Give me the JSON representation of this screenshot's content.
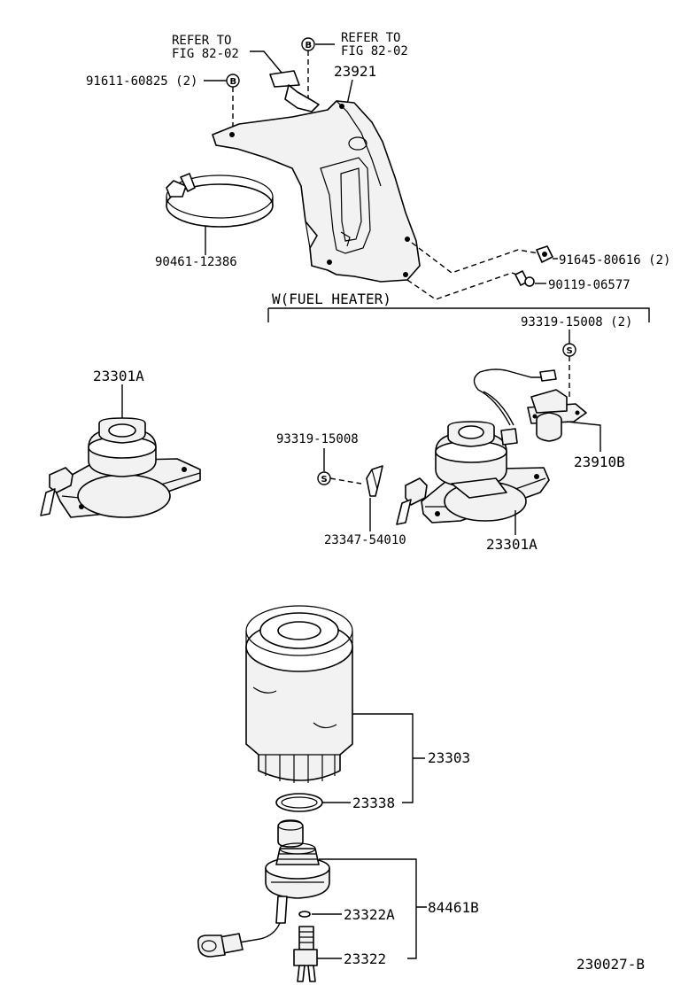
{
  "labels": {
    "refer_fig_a_line1": "REFER TO",
    "refer_fig_a_line2": "FIG 82-02",
    "refer_fig_b_line1": "REFER TO",
    "refer_fig_b_line2": "FIG 82-02",
    "bolt_left": "91611-60825 (2)",
    "bracket": "23921",
    "band_clamp": "90461-12386",
    "bolt_right_1": "91645-80616 (2)",
    "bolt_right_2": "90119-06577",
    "fuel_heater_group": "W(FUEL HEATER)",
    "screw_heater": "93319-15008 (2)",
    "filter_head_left": "23301A",
    "screw_center": "93319-15008",
    "heater_sensor": "23910B",
    "clip": "23347-54010",
    "filter_head_right": "23301A",
    "filter_element": "23303",
    "o_ring": "23338",
    "warning_switch": "84461B",
    "small_o_ring": "23322A",
    "drain_plug": "23322",
    "figure_id": "230027-B"
  },
  "symbols": {
    "b": "B",
    "s": "S"
  }
}
